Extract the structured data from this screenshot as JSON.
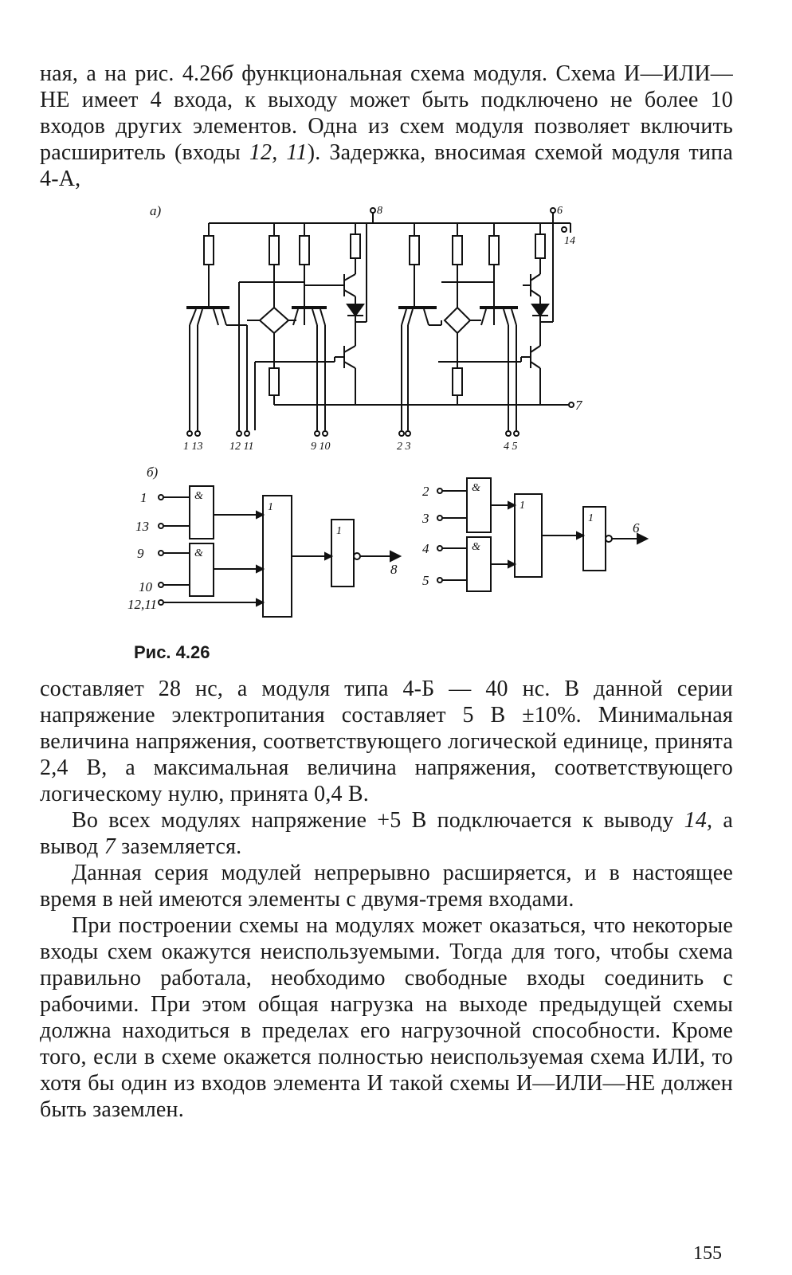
{
  "top_text": {
    "line1": "ная, а на рис. 4.26",
    "fig_ref_letter": "б",
    "line1_rest": " функциональная схема модуля. Схема И—ИЛИ—НЕ имеет 4 входа, к выходу может быть подключено не более 10 входов других элементов. Одна из схем модуля позволяет включить расширитель (входы ",
    "inputs_italic": "12, 11",
    "line_end": "). Задержка, вносимая схемой модуля типа 4-А,"
  },
  "figure": {
    "part_a_label": "а)",
    "part_b_label": "б)",
    "caption": "Рис. 4.26",
    "pin_labels_a": {
      "p8": "8",
      "p6": "6",
      "p14": "14",
      "p7": "7",
      "p1_13": "1 13",
      "p12_11": "12 11",
      "p9_10": "9 10",
      "p2_3": "2 3",
      "p4_5": "4 5"
    },
    "gate_and": "&",
    "gate_or": "1",
    "gate_not": "1",
    "inputs_left": [
      "1",
      "13",
      "9",
      "10",
      "12,11"
    ],
    "inputs_right": [
      "2",
      "3",
      "4",
      "5"
    ],
    "output_left": "8",
    "output_right": "6"
  },
  "body": {
    "p1": "составляет 28 нс, а модуля типа 4-Б — 40 нс. В данной серии напряжение электропитания составляет 5 В ±10%. Минимальная величина напряжения, соответствующего логической единице, принята 2,4 В, а максимальная величина напряжения, соответствующего логическому нулю, принята 0,4 В.",
    "p2_a": "Во всех модулях напряжение +5 В подключается к выводу ",
    "p2_i1": "14,",
    "p2_b": " а вывод ",
    "p2_i2": "7",
    "p2_c": " заземляется.",
    "p3": "Данная серия модулей непрерывно расширяется, и в настоящее время в ней имеются элементы с двумя-тремя входами.",
    "p4": "При построении схемы на модулях может оказаться, что некоторые входы схем окажутся неиспользуемыми. Тогда для того, чтобы схема правильно работала, необходимо свободные входы соединить с рабочими. При этом общая нагрузка на выходе предыдущей схемы должна находиться в пределах его нагрузочной способности. Кроме того, если в схеме окажется полностью неиспользуемая схема ИЛИ, то хотя бы один из входов элемента И такой схемы И—ИЛИ—НЕ должен быть заземлен."
  },
  "page_number": "155"
}
